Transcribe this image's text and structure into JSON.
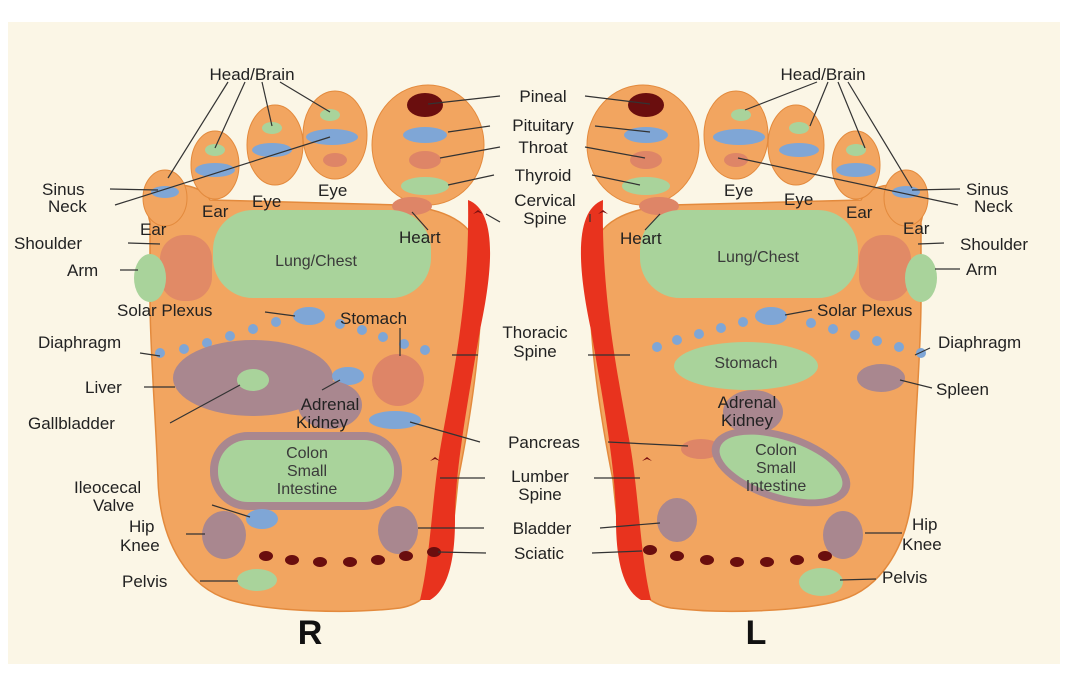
{
  "colors": {
    "background": "#fbf6e6",
    "foot_skin": "#f2a560",
    "spine": "#e8331e",
    "lung_region": "#a9d39b",
    "blue_region": "#7fa6d6",
    "red_region": "#de8567",
    "purple_region": "#a9878f",
    "pineal": "#6a0e0e",
    "sciatic_dots": "#6a0e0e"
  },
  "feet": {
    "right_label": "R",
    "left_label": "L"
  },
  "right_labels": {
    "head_brain": "Head/Brain",
    "sinus": "Sinus",
    "neck": "Neck",
    "ear_top": "Ear",
    "eye_1": "Eye",
    "eye_2": "Eye",
    "ear_side": "Ear",
    "shoulder": "Shoulder",
    "arm": "Arm",
    "heart": "Heart",
    "lung_chest": "Lung/Chest",
    "solar_plexus": "Solar Plexus",
    "stomach": "Stomach",
    "diaphragm": "Diaphragm",
    "liver": "Liver",
    "gallbladder": "Gallbladder",
    "adrenal": "Adrenal",
    "kidney": "Kidney",
    "colon": "Colon",
    "small": "Small",
    "intestine": "Intestine",
    "ileocecal": "Ileocecal",
    "valve": "Valve",
    "hip": "Hip",
    "knee": "Knee",
    "pelvis": "Pelvis"
  },
  "center_labels": {
    "pineal": "Pineal",
    "pituitary": "Pituitary",
    "throat": "Throat",
    "thyroid": "Thyroid",
    "cervical": "Cervical",
    "cervical_spine": "Spine",
    "thoracic": "Thoracic",
    "thoracic_spine": "Spine",
    "pancreas": "Pancreas",
    "lumber": "Lumber",
    "lumber_spine": "Spine",
    "bladder": "Bladder",
    "sciatic": "Sciatic"
  },
  "left_labels": {
    "head_brain": "Head/Brain",
    "sinus": "Sinus",
    "neck": "Neck",
    "eye_1": "Eye",
    "eye_2": "Eye",
    "ear_top": "Ear",
    "ear_side": "Ear",
    "shoulder": "Shoulder",
    "arm": "Arm",
    "heart": "Heart",
    "lung_chest": "Lung/Chest",
    "solar_plexus": "Solar Plexus",
    "diaphragm": "Diaphragm",
    "stomach": "Stomach",
    "spleen": "Spleen",
    "adrenal": "Adrenal",
    "kidney": "Kidney",
    "colon": "Colon",
    "small": "Small",
    "intestine": "Intestine",
    "hip": "Hip",
    "knee": "Knee",
    "pelvis": "Pelvis"
  }
}
